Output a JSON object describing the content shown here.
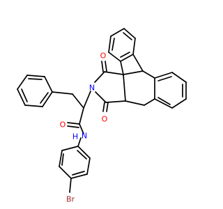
{
  "diagram": {
    "labels": {
      "o_top": "O",
      "n_imide": "N",
      "o_bottom": "O",
      "o_amide": "O",
      "n_amide": "N",
      "h_amide": "H",
      "br": "Br"
    },
    "colors": {
      "bond": "#000000",
      "oxygen": "#ff0000",
      "nitrogen": "#0000ff",
      "bromine": "#a52a2a"
    }
  }
}
